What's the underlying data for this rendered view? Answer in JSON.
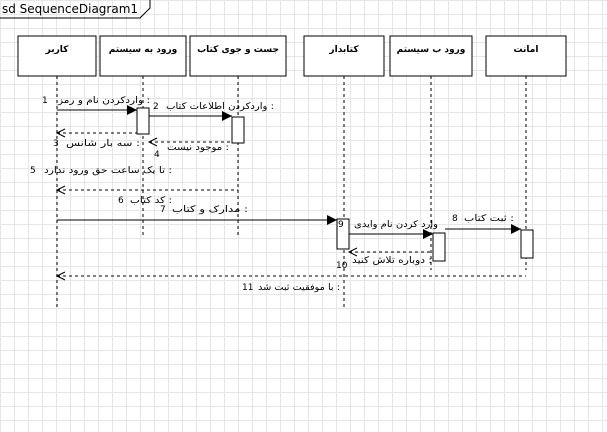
{
  "frame": {
    "label": "sd  SequenceDiagram1"
  },
  "lifelines": [
    {
      "id": "user",
      "name": "کاربر"
    },
    {
      "id": "login1",
      "name": "ورود به سیستم"
    },
    {
      "id": "search",
      "name": "جست و جوی کتاب"
    },
    {
      "id": "librarian",
      "name": "کتابدار"
    },
    {
      "id": "login2",
      "name": "ورود ب سیستم"
    },
    {
      "id": "loan",
      "name": "امانت"
    }
  ],
  "messages": [
    {
      "num": "1",
      "text": "واردکردن نام و رمز :",
      "from": "user",
      "to": "login1",
      "kind": "sync"
    },
    {
      "num": "2",
      "text": "واردکردن اطلاعات کتاب :",
      "from": "login1",
      "to": "search",
      "kind": "sync"
    },
    {
      "num": "3",
      "text": "سه بار شانس :",
      "from": "login1",
      "to": "user",
      "kind": "return"
    },
    {
      "num": "4",
      "text": "موجود نیست :",
      "from": "search",
      "to": "login1",
      "kind": "return"
    },
    {
      "num": "5",
      "text": "تا یک ساعت حق ورود ندارد :",
      "from": "search",
      "to": "user",
      "kind": "return"
    },
    {
      "num": "6",
      "text": "کد کتاب :",
      "from": "",
      "to": "",
      "kind": "label"
    },
    {
      "num": "7",
      "text": "مدارک و کتاب :",
      "from": "user",
      "to": "librarian",
      "kind": "sync"
    },
    {
      "num": "8",
      "text": "ثبت کتاب :",
      "from": "login2",
      "to": "loan",
      "kind": "sync"
    },
    {
      "num": "9",
      "text": "وارد کردن نام وایدی",
      "from": "librarian",
      "to": "login2",
      "kind": "sync"
    },
    {
      "num": "10",
      "text": "دوباره تلاش کنید :",
      "from": "login2",
      "to": "librarian",
      "kind": "return"
    },
    {
      "num": "11",
      "text": "با موفقیت ثبت شد :",
      "from": "loan",
      "to": "user",
      "kind": "return"
    }
  ]
}
